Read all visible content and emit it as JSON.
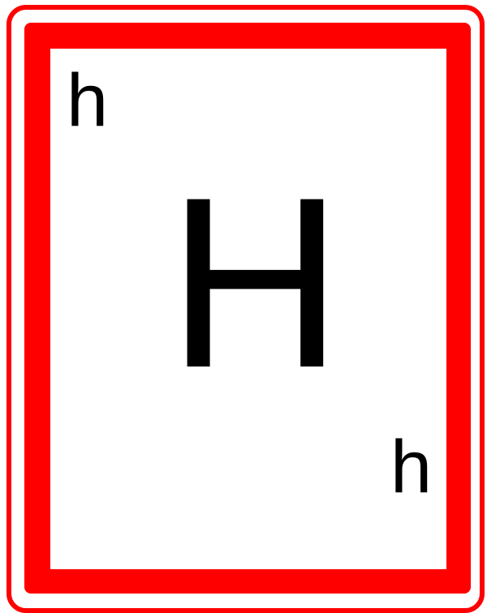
{
  "sign": {
    "main_symbol": "H",
    "corner_symbol_top_left": "h",
    "corner_symbol_bottom_right": "h"
  },
  "colors": {
    "border": "#ff0000",
    "field": "#ffffff",
    "text": "#000000"
  }
}
